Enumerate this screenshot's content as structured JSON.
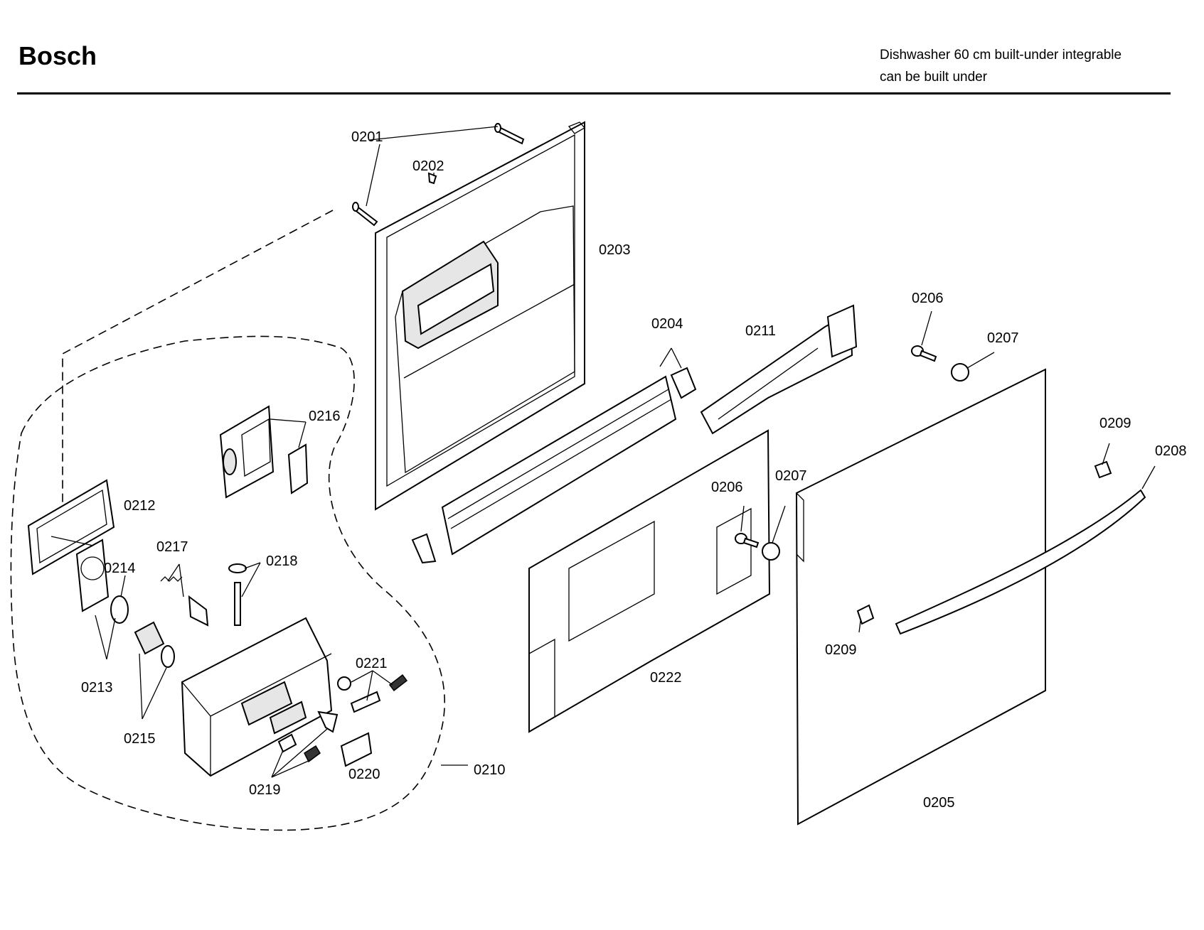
{
  "header": {
    "brand": "Bosch",
    "subtitle_line1": "Dishwasher 60 cm built-under integrable",
    "subtitle_line2": "can be built under"
  },
  "parts": {
    "p0201": "0201",
    "p0202": "0202",
    "p0203": "0203",
    "p0204": "0204",
    "p0205": "0205",
    "p0206a": "0206",
    "p0206b": "0206",
    "p0207a": "0207",
    "p0207b": "0207",
    "p0208": "0208",
    "p0209a": "0209",
    "p0209b": "0209",
    "p0210": "0210",
    "p0211": "0211",
    "p0212": "0212",
    "p0213": "0213",
    "p0214": "0214",
    "p0215": "0215",
    "p0216": "0216",
    "p0217": "0217",
    "p0218": "0218",
    "p0219": "0219",
    "p0220": "0220",
    "p0221": "0221",
    "p0222": "0222"
  }
}
